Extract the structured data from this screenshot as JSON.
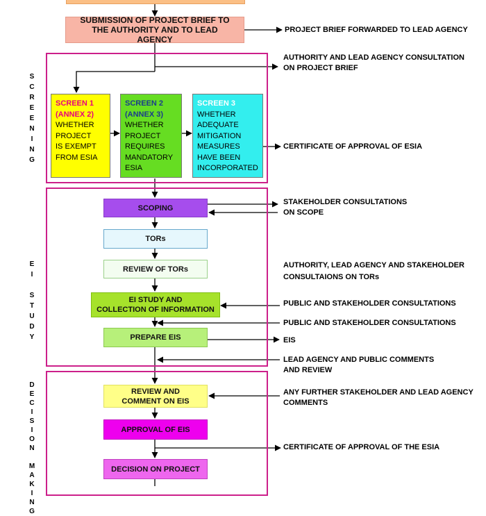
{
  "top_box": "",
  "submission": "SUBMISSION OF PROJECT BRIEF TO THE AUTHORITY AND TO LEAD AGENCY",
  "brief_forwarded": "PROJECT BRIEF FORWARDED TO LEAD AGENCY",
  "consult_brief": [
    "AUTHORITY AND LEAD AGENCY CONSULTATION",
    "ON PROJECT BRIEF"
  ],
  "screening_label": "SCREENING",
  "screen1": {
    "title": "SCREEN 1",
    "annex": "(ANNEX 2)",
    "lines": [
      "WHETHER",
      "PROJECT",
      "IS EXEMPT",
      "FROM ESIA"
    ]
  },
  "screen2": {
    "title": "SCREEN 2",
    "annex": "(ANNEX 3)",
    "lines": [
      "WHETHER",
      "PROJECT",
      "REQUIRES",
      "MANDATORY",
      "ESIA"
    ]
  },
  "screen3": {
    "title": "SCREEN 3",
    "lines": [
      "WHETHER",
      "ADEQUATE",
      "MITIGATION",
      "MEASURES",
      "HAVE BEEN",
      "INCORPORATED"
    ]
  },
  "cert_esia": "CERTIFICATE OF APPROVAL OF ESIA",
  "ei_label": "EI STUDY",
  "scoping": "SCOPING",
  "stakeholder_scope": [
    "STAKEHOLDER CONSULTATIONS",
    "ON SCOPE"
  ],
  "tors": "TORs",
  "review_tors": "REVIEW OF TORs",
  "consult_tors": [
    "AUTHORITY, LEAD AGENCY AND STAKEHOLDER",
    "CONSULTAIONS ON TORs"
  ],
  "ei_study": [
    "EI STUDY AND",
    "COLLECTION OF INFORMATION"
  ],
  "public_consult_1": "PUBLIC AND STAKEHOLDER CONSULTATIONS",
  "public_consult_2": "PUBLIC AND STAKEHOLDER CONSULTATIONS",
  "prepare_eis": "PREPARE EIS",
  "eis": "EIS",
  "lead_comments": [
    "LEAD AGENCY AND PUBLIC COMMENTS",
    "AND REVIEW"
  ],
  "decision_label": "DECISION MAKING",
  "review_comment": [
    "REVIEW AND",
    "COMMENT ON EIS"
  ],
  "further_comments": [
    "ANY FURTHER STAKEHOLDER AND LEAD AGENCY",
    "COMMENTS"
  ],
  "approval_eis": "APPROVAL OF EIS",
  "cert_esia_2": "CERTIFICATE OF APPROVAL OF THE ESIA",
  "decision": "DECISION ON PROJECT",
  "colors": {
    "frame": "#cc1f8a",
    "screen1_title": "#e6007e",
    "screen2_title": "#1a3c8c",
    "screen3_title": "#ffffff"
  }
}
